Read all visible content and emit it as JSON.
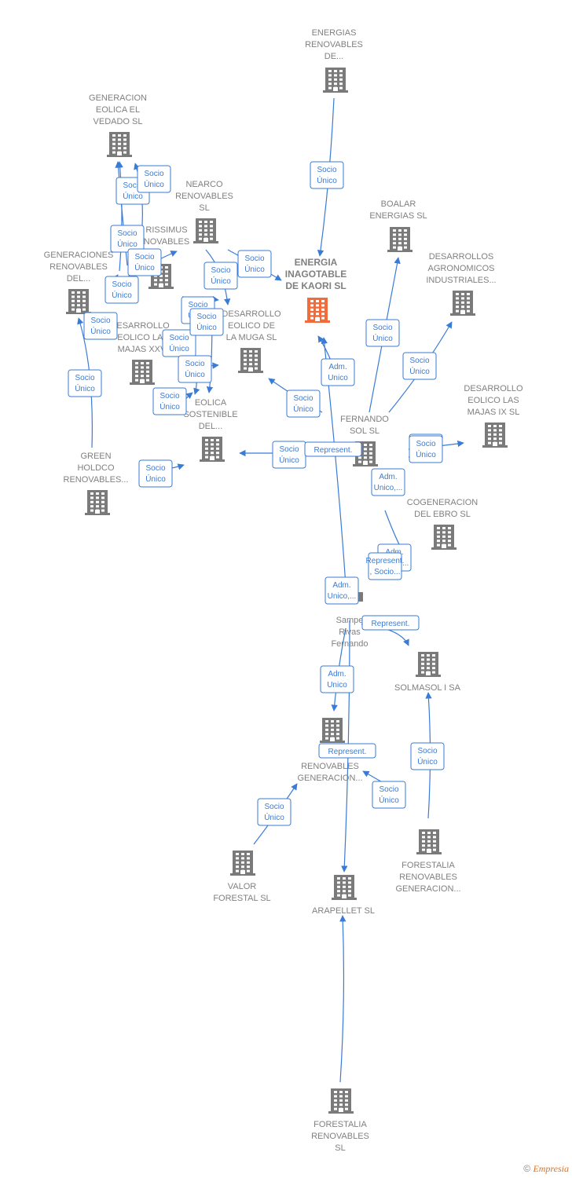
{
  "colors": {
    "edge": "#3a7bd5",
    "node": "#7a7a7a",
    "center_node": "#f26b3a",
    "label": "#808080"
  },
  "nodes": [
    {
      "id": "energias_renovables_de",
      "lines": [
        "ENERGIAS",
        "RENOVABLES",
        "DE..."
      ],
      "icon": "building-icon"
    },
    {
      "id": "generacion_eolica_vedado",
      "lines": [
        "GENERACION",
        "EOLICA EL",
        "VEDADO SL"
      ],
      "icon": "building-icon"
    },
    {
      "id": "nearco",
      "lines": [
        "NEARCO",
        "RENOVABLES",
        "SL"
      ],
      "icon": "building-icon"
    },
    {
      "id": "rissimus",
      "lines": [
        "RISSIMUS",
        "NOVABLES"
      ],
      "icon": "building-icon"
    },
    {
      "id": "energia_inagotable",
      "lines": [
        "ENERGIA",
        "INAGOTABLE",
        "DE KAORI  SL"
      ],
      "icon": "building-icon",
      "center": true
    },
    {
      "id": "boalar",
      "lines": [
        "BOALAR",
        "ENERGIAS  SL"
      ],
      "icon": "building-icon"
    },
    {
      "id": "desarrollos_agronomicos",
      "lines": [
        "DESARROLLOS",
        "AGRONOMICOS",
        "INDUSTRIALES..."
      ],
      "icon": "building-icon"
    },
    {
      "id": "generaciones_renovables",
      "lines": [
        "GENERACIONES",
        "RENOVABLES",
        "DEL..."
      ],
      "icon": "building-icon"
    },
    {
      "id": "desarrollo_eolico_majas_xxvi",
      "lines": [
        "ESARROLLO",
        "EOLICO LAS",
        "MAJAS XXVI"
      ],
      "icon": "building-icon"
    },
    {
      "id": "desarrollo_eolico_muga",
      "lines": [
        "DESARROLLO",
        "EOLICO DE",
        "LA MUGA SL"
      ],
      "icon": "building-icon"
    },
    {
      "id": "eolica_sostenible",
      "lines": [
        "EOLICA",
        "SOSTENIBLE",
        "DEL..."
      ],
      "icon": "building-icon"
    },
    {
      "id": "fernando_sol",
      "lines": [
        "FERNANDO",
        "SOL SL"
      ],
      "icon": "building-icon"
    },
    {
      "id": "desarrollo_eolico_majas_ix",
      "lines": [
        "DESARROLLO",
        "EOLICO LAS",
        "MAJAS IX  SL"
      ],
      "icon": "building-icon"
    },
    {
      "id": "green_holdco",
      "lines": [
        "GREEN",
        "HOLDCO",
        "RENOVABLES..."
      ],
      "icon": "building-icon"
    },
    {
      "id": "cogeneracion_ebro",
      "lines": [
        "COGENERACION",
        "DEL EBRO  SL"
      ],
      "icon": "building-icon"
    },
    {
      "id": "sampe_rivas",
      "lines": [
        "Sampe",
        "Rivas",
        "Fernando"
      ],
      "icon": "person-icon"
    },
    {
      "id": "solmasol",
      "lines": [
        "SOLMASOL I SA"
      ],
      "icon": "building-icon"
    },
    {
      "id": "forestalia_generacion_mid",
      "lines": [
        "FOR",
        "RENOVABLES",
        "GENERACION..."
      ],
      "icon": "building-icon"
    },
    {
      "id": "valor_forestal",
      "lines": [
        "VALOR",
        "FORESTAL SL"
      ],
      "icon": "building-icon"
    },
    {
      "id": "arapellet",
      "lines": [
        "ARAPELLET  SL"
      ],
      "icon": "building-icon"
    },
    {
      "id": "forestalia_generacion",
      "lines": [
        "FORESTALIA",
        "RENOVABLES",
        "GENERACION..."
      ],
      "icon": "building-icon"
    },
    {
      "id": "forestalia_renovables",
      "lines": [
        "FORESTALIA",
        "RENOVABLES",
        "SL"
      ],
      "icon": "building-icon"
    }
  ],
  "edge_labels": [
    {
      "id": "e1",
      "lines": [
        "Socio",
        "Único"
      ]
    },
    {
      "id": "e2",
      "lines": [
        "Socio",
        "Único"
      ]
    },
    {
      "id": "e3",
      "lines": [
        "Socio",
        "Único"
      ]
    },
    {
      "id": "e4",
      "lines": [
        "Socio",
        "Único"
      ]
    },
    {
      "id": "e5",
      "lines": [
        "Socio",
        "Único"
      ]
    },
    {
      "id": "e6",
      "lines": [
        "Socio",
        "Único"
      ]
    },
    {
      "id": "e7",
      "lines": [
        "Socio",
        "Único"
      ]
    },
    {
      "id": "e8",
      "lines": [
        "Socio",
        "Único"
      ]
    },
    {
      "id": "e9",
      "lines": [
        "Socio",
        "Único"
      ]
    },
    {
      "id": "e10",
      "lines": [
        "Socio",
        "Único"
      ]
    },
    {
      "id": "e11",
      "lines": [
        "Socio",
        "Único"
      ]
    },
    {
      "id": "e12",
      "lines": [
        "Socio",
        "Único"
      ]
    },
    {
      "id": "e13",
      "lines": [
        "Socio",
        "Único"
      ]
    },
    {
      "id": "e14",
      "lines": [
        "Socio",
        "Único"
      ]
    },
    {
      "id": "e15",
      "lines": [
        "Socio",
        "Único"
      ]
    },
    {
      "id": "e16",
      "lines": [
        "Socio",
        "Único"
      ]
    },
    {
      "id": "e17",
      "lines": [
        "Socio",
        "Único"
      ]
    },
    {
      "id": "e18",
      "lines": [
        "Adm.",
        "Unico"
      ]
    },
    {
      "id": "e19",
      "lines": [
        "Socio",
        "Único"
      ]
    },
    {
      "id": "e20",
      "lines": [
        "Socio",
        "Único"
      ]
    },
    {
      "id": "e21",
      "lines": [
        "Socio",
        "Único"
      ]
    },
    {
      "id": "e22",
      "lines": [
        "Socio",
        "Único"
      ]
    },
    {
      "id": "e23",
      "lines": [
        "Represent."
      ]
    },
    {
      "id": "e24",
      "lines": [
        "Socio",
        "Único"
      ]
    },
    {
      "id": "e25",
      "lines": [
        "Adm.",
        "Unico,..."
      ]
    },
    {
      "id": "e26",
      "lines": [
        "Adm.",
        "Unico,..."
      ]
    },
    {
      "id": "e27",
      "lines": [
        "Represent.",
        ", Socio..."
      ]
    },
    {
      "id": "e28",
      "lines": [
        "Adm.",
        "Unico,..."
      ]
    },
    {
      "id": "e29",
      "lines": [
        "Represent."
      ]
    },
    {
      "id": "e30",
      "lines": [
        "Adm.",
        "Unico"
      ]
    },
    {
      "id": "e31",
      "lines": [
        "Represent."
      ]
    },
    {
      "id": "e32",
      "lines": [
        "Socio",
        "Único"
      ]
    },
    {
      "id": "e33",
      "lines": [
        "Socio",
        "Único"
      ]
    },
    {
      "id": "e34",
      "lines": [
        "Socio",
        "Único"
      ]
    },
    {
      "id": "e35",
      "lines": [
        "Adm.",
        "Unico,..."
      ]
    }
  ],
  "footer": {
    "copyright": "©",
    "brand": "Empresia"
  }
}
